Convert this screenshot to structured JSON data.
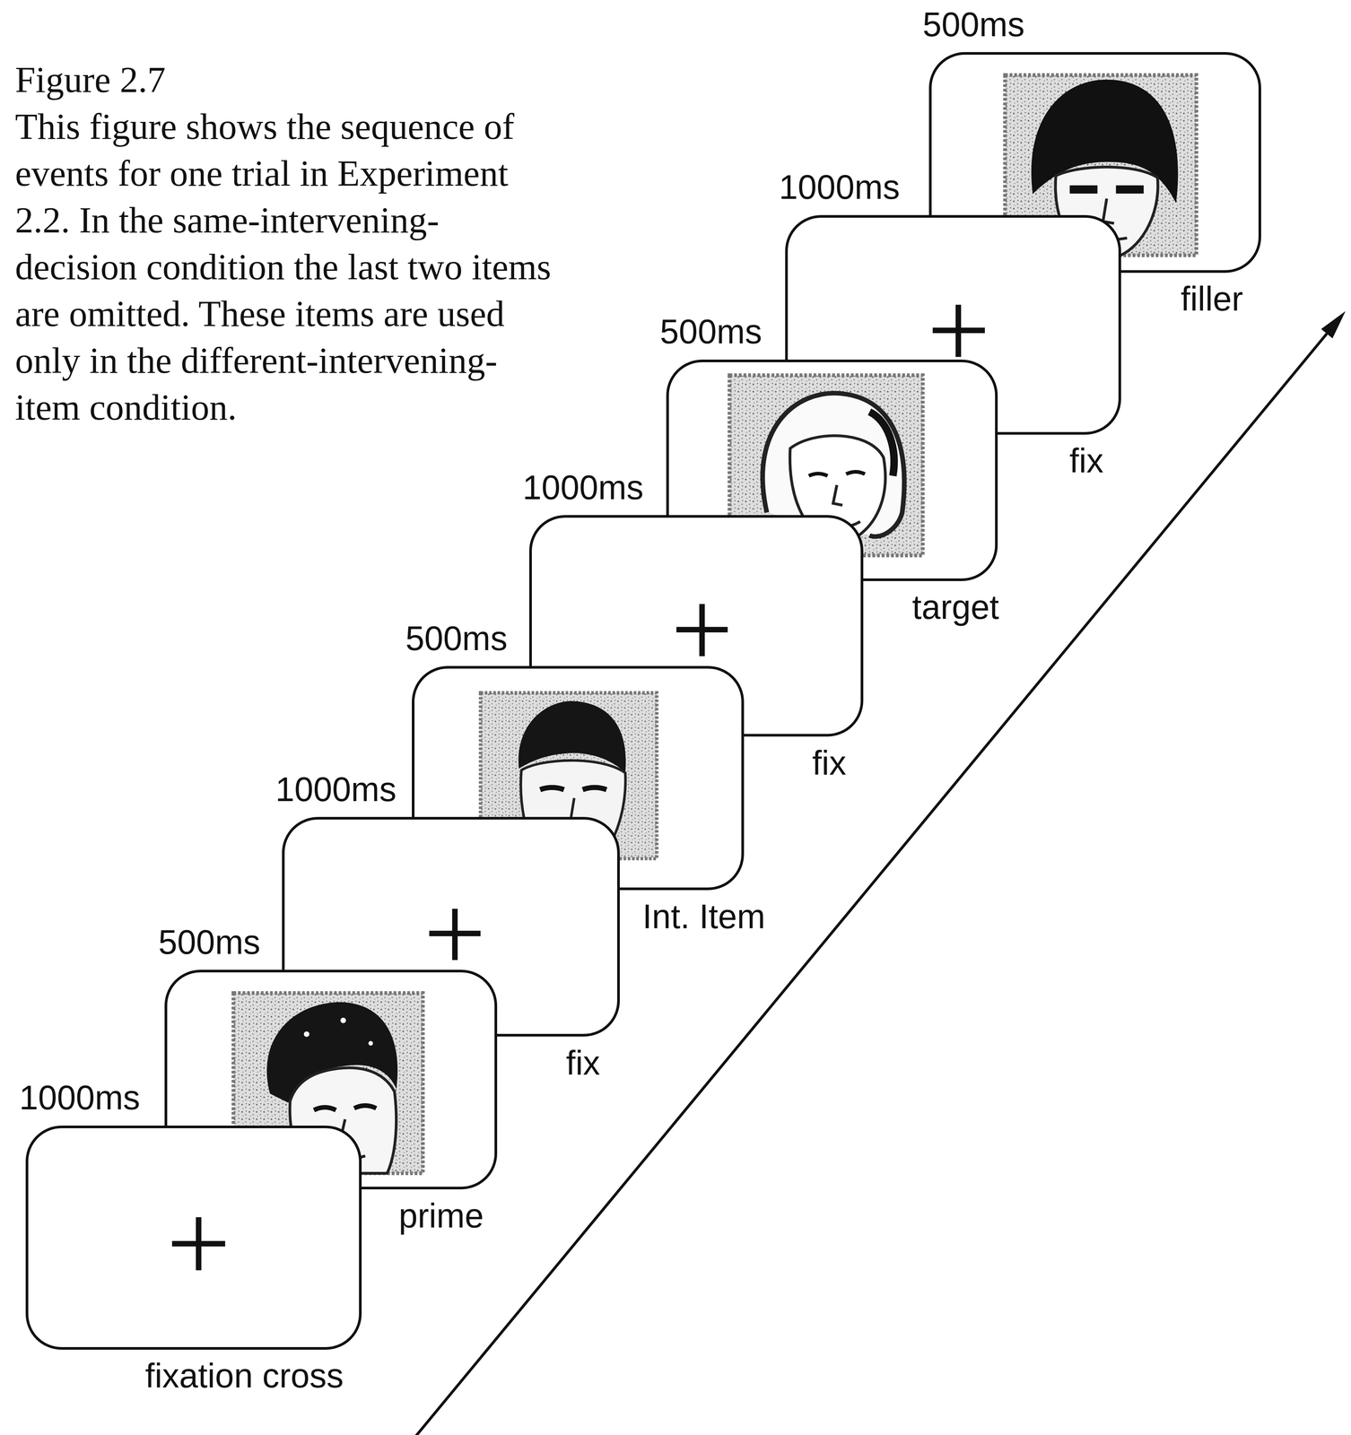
{
  "diagram": {
    "title": "Figure 2.7",
    "caption": "This figure shows the sequence of events for one trial in Experiment 2.2. In the same-intervening-decision condition the last two items are omitted. These items are used only in the different-intervening-item condition.",
    "nodes": [
      {
        "text": [
          "1000ms",
          "fixation cross"
        ]
      },
      {
        "text": [
          "500ms",
          "prime"
        ]
      },
      {
        "text": [
          "1000ms",
          "fix"
        ]
      },
      {
        "text": [
          "500ms",
          "Int. Item"
        ]
      },
      {
        "text": [
          "1000ms",
          "fix"
        ]
      },
      {
        "text": [
          "500ms",
          "target"
        ]
      },
      {
        "text": [
          "1000ms",
          "fix"
        ]
      },
      {
        "text": [
          "500ms",
          "filler"
        ]
      }
    ]
  }
}
